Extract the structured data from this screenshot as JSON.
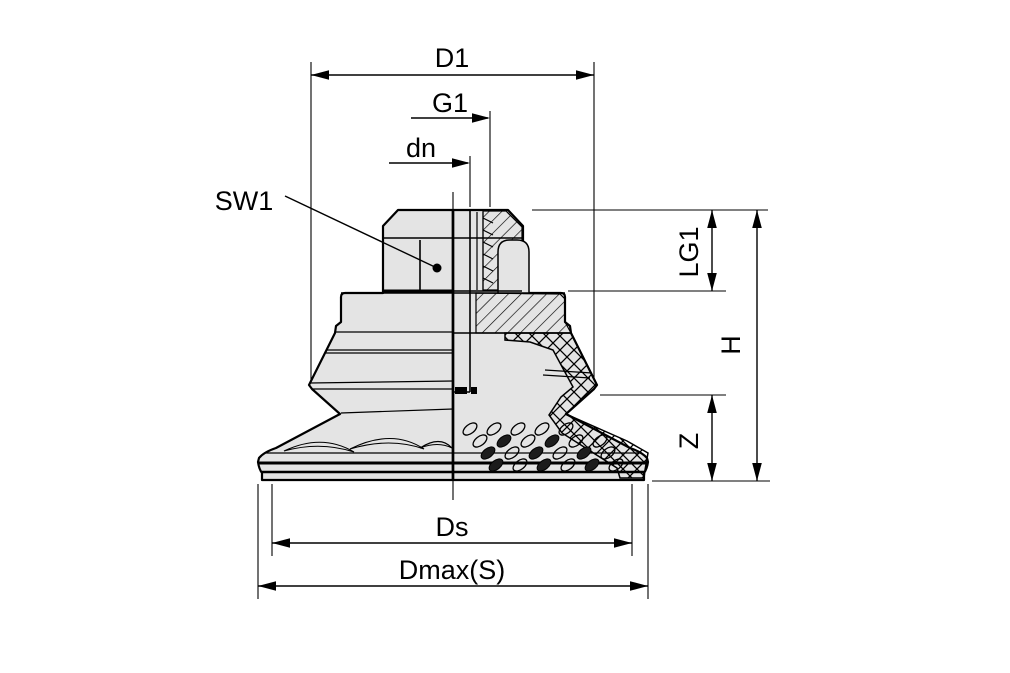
{
  "colors": {
    "background": "#ffffff",
    "part_fill": "#e4e4e4",
    "line": "#000000"
  },
  "drawing": {
    "dimension_labels": {
      "d1": "D1",
      "g1": "G1",
      "dn": "dn",
      "sw1": "SW1",
      "lg1": "LG1",
      "h": "H",
      "z": "Z",
      "ds": "Ds",
      "dmax": "Dmax(S)"
    }
  }
}
